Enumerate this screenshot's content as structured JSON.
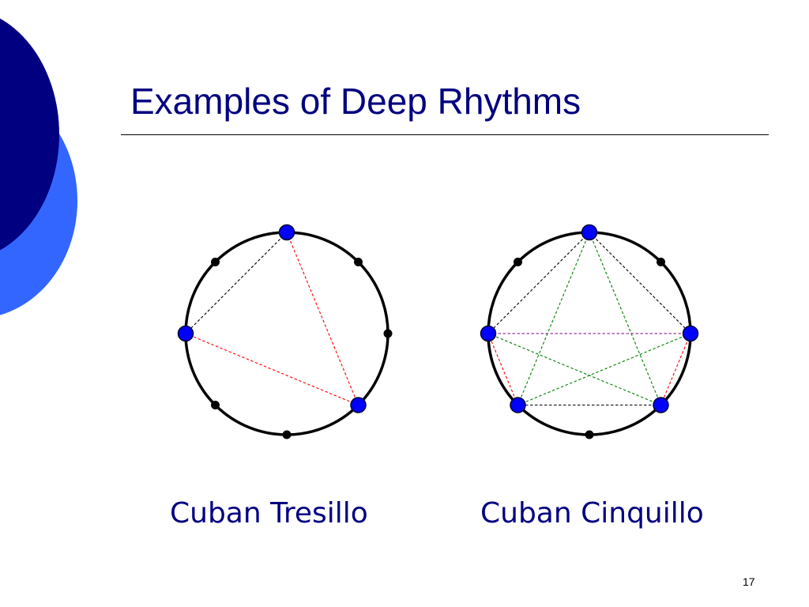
{
  "slide": {
    "title": "Examples of Deep Rhythms",
    "page_number": "17"
  },
  "colors": {
    "title_text": "#000080",
    "caption_text": "#000080",
    "decor_dark": "#000080",
    "decor_light": "#3366ff",
    "onset_dot": "#0000ff",
    "pulse_dot": "#000000",
    "circle_stroke": "#000000"
  },
  "diagrams": [
    {
      "caption": "Cuban Tresillo",
      "pulses": 8,
      "onsets": [
        0,
        3,
        6
      ],
      "chords": [
        {
          "from": 0,
          "to": 6,
          "color": "#000000"
        },
        {
          "from": 0,
          "to": 3,
          "color": "#ff0000"
        },
        {
          "from": 3,
          "to": 6,
          "color": "#ff0000"
        }
      ]
    },
    {
      "caption": "Cuban Cinquillo",
      "pulses": 8,
      "onsets": [
        0,
        2,
        3,
        5,
        6
      ],
      "chords": [
        {
          "from": 0,
          "to": 6,
          "color": "#000000"
        },
        {
          "from": 0,
          "to": 2,
          "color": "#000000"
        },
        {
          "from": 3,
          "to": 5,
          "color": "#000000"
        },
        {
          "from": 0,
          "to": 3,
          "color": "#008000"
        },
        {
          "from": 0,
          "to": 5,
          "color": "#008000"
        },
        {
          "from": 2,
          "to": 5,
          "color": "#008000"
        },
        {
          "from": 3,
          "to": 6,
          "color": "#008000"
        },
        {
          "from": 2,
          "to": 6,
          "color": "#800080"
        },
        {
          "from": 2,
          "to": 3,
          "color": "#ff0000"
        },
        {
          "from": 5,
          "to": 6,
          "color": "#ff0000"
        }
      ]
    }
  ]
}
